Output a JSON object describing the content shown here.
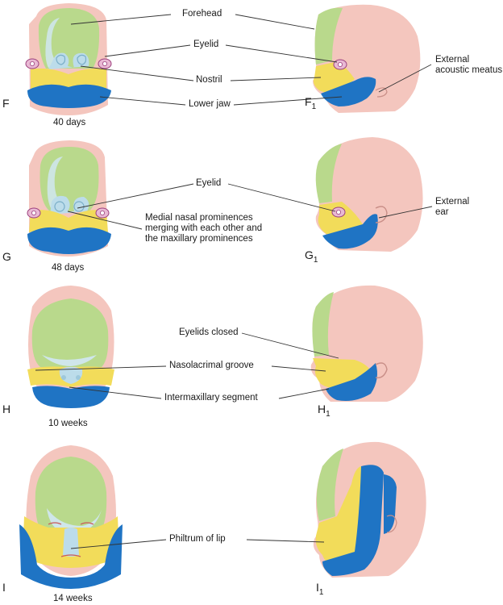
{
  "colors": {
    "skin": "#f4c6be",
    "skin_dark": "#e8aaa2",
    "frontonasal_green": "#b9d98c",
    "nasal_blue_light": "#bcdcea",
    "maxillary_yellow": "#f2dc5a",
    "mandibular_blue": "#1f74c4",
    "eye_pink": "#d9a0c8",
    "line": "#333333"
  },
  "panels": {
    "F": {
      "letter": "F",
      "profile_letter": "F",
      "profile_sub": "1",
      "age": "40 days"
    },
    "G": {
      "letter": "G",
      "profile_letter": "G",
      "profile_sub": "1",
      "age": "48 days"
    },
    "H": {
      "letter": "H",
      "profile_letter": "H",
      "profile_sub": "1",
      "age": "10 weeks"
    },
    "I": {
      "letter": "I",
      "profile_letter": "I",
      "profile_sub": "1",
      "age": "14 weeks"
    }
  },
  "labels": {
    "forehead": "Forehead",
    "eyelid_f": "Eyelid",
    "nostril": "Nostril",
    "lower_jaw": "Lower jaw",
    "external_acoustic_meatus": "External acoustic meatus",
    "eyelid_g": "Eyelid",
    "medial_nasal": "Medial nasal prominences merging with each other and the maxillary prominences",
    "external_ear": "External ear",
    "eyelids_closed": "Eyelids closed",
    "nasolacrimal_groove": "Nasolacrimal groove",
    "intermaxillary_segment": "Intermaxillary segment",
    "philtrum": "Philtrum of lip"
  }
}
